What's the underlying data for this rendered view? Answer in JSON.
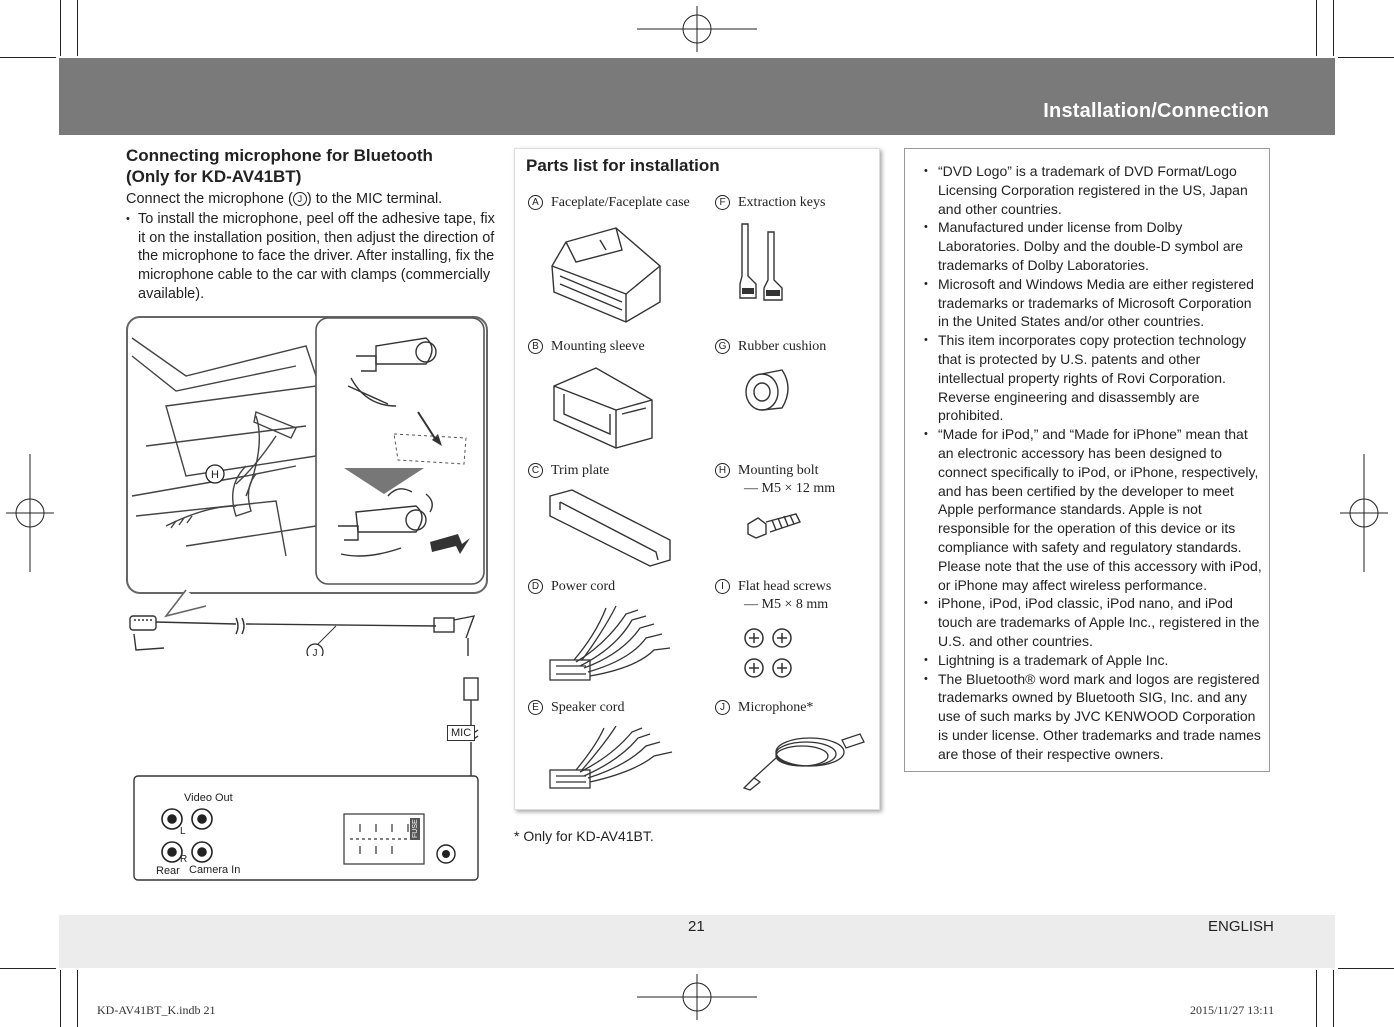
{
  "header": {
    "title": "Installation/Connection"
  },
  "left": {
    "title_line1": "Connecting microphone for Bluetooth",
    "title_line2": "(Only for KD-AV41BT)",
    "intro_before": "Connect the microphone (",
    "intro_letter": "J",
    "intro_after": ") to the MIC terminal.",
    "bullet": "To install the microphone, peel off the adhesive tape, fix it on the installation position, then adjust the direction of the microphone to face the driver. After installing, fix the microphone cable to the car with clamps (commercially available).",
    "diagram": {
      "callout_h": "H",
      "callout_j": "J",
      "mic_label": "MIC",
      "video_out": "Video Out",
      "l": "L",
      "r": "R",
      "rear": "Rear",
      "camera_in": "Camera In",
      "fuse": "FUSE"
    }
  },
  "parts": {
    "title": "Parts list for installation",
    "items": [
      {
        "letter": "A",
        "name": "Faceplate/Faceplate case",
        "spec": ""
      },
      {
        "letter": "F",
        "name": "Extraction keys",
        "spec": ""
      },
      {
        "letter": "B",
        "name": "Mounting sleeve",
        "spec": ""
      },
      {
        "letter": "G",
        "name": "Rubber cushion",
        "spec": ""
      },
      {
        "letter": "C",
        "name": "Trim plate",
        "spec": ""
      },
      {
        "letter": "H",
        "name": "Mounting bolt",
        "spec": "— M5 × 12 mm"
      },
      {
        "letter": "D",
        "name": "Power cord",
        "spec": ""
      },
      {
        "letter": "I",
        "name": "Flat head screws",
        "spec": "— M5 × 8 mm"
      },
      {
        "letter": "E",
        "name": "Speaker cord",
        "spec": ""
      },
      {
        "letter": "J",
        "name": "Microphone*",
        "spec": ""
      }
    ],
    "footnote": "*    Only for KD-AV41BT."
  },
  "notes": [
    "“DVD Logo” is a trademark of DVD Format/Logo Licensing Corporation registered in the US, Japan and other countries.",
    "Manufactured under license from Dolby Laboratories. Dolby and the double-D symbol are trademarks of Dolby Laboratories.",
    "Microsoft and Windows Media are either registered trademarks or trademarks of Microsoft Corporation in the United States and/or other countries.",
    "This item incorporates copy protection technology that is protected by U.S. patents and other intellectual property rights of Rovi Corporation. Reverse engineering and disassembly are prohibited.",
    "“Made for iPod,” and “Made for iPhone” mean that an electronic accessory has been designed to connect specifically to iPod, or iPhone, respectively, and has been certified by the developer to meet Apple performance standards. Apple is not responsible for the operation of this device or its compliance with safety and regulatory standards. Please note that the use of this accessory with iPod, or iPhone may affect wireless performance.",
    "iPhone, iPod, iPod classic, iPod nano, and iPod touch are trademarks of Apple Inc., registered in the U.S. and other countries.",
    "Lightning is a trademark of Apple Inc.",
    "The Bluetooth® word mark and logos are registered trademarks owned by Bluetooth SIG, Inc. and any use of such marks by JVC KENWOOD Corporation is under license. Other trademarks and trade names are those of their respective owners."
  ],
  "footer": {
    "page": "21",
    "lang": "ENGLISH",
    "slug_left": "KD-AV41BT_K.indb   21",
    "slug_right": "2015/11/27   13:11"
  }
}
